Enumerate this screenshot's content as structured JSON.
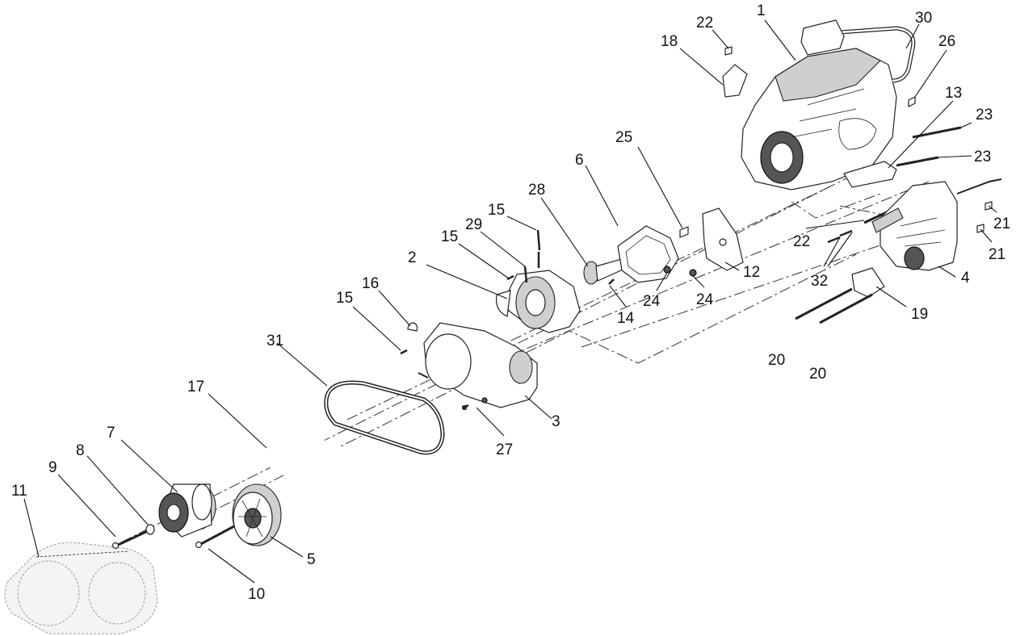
{
  "callouts": [
    {
      "id": "1",
      "text": "1"
    },
    {
      "id": "2",
      "text": "2"
    },
    {
      "id": "3",
      "text": "3"
    },
    {
      "id": "4",
      "text": "4"
    },
    {
      "id": "5",
      "text": "5"
    },
    {
      "id": "6",
      "text": "6"
    },
    {
      "id": "7",
      "text": "7"
    },
    {
      "id": "8",
      "text": "8"
    },
    {
      "id": "9",
      "text": "9"
    },
    {
      "id": "10",
      "text": "10"
    },
    {
      "id": "11",
      "text": "11"
    },
    {
      "id": "12",
      "text": "12"
    },
    {
      "id": "13",
      "text": "13"
    },
    {
      "id": "14",
      "text": "14"
    },
    {
      "id": "15a",
      "text": "15"
    },
    {
      "id": "15b",
      "text": "15"
    },
    {
      "id": "15c",
      "text": "15"
    },
    {
      "id": "16",
      "text": "16"
    },
    {
      "id": "17",
      "text": "17"
    },
    {
      "id": "18",
      "text": "18"
    },
    {
      "id": "19",
      "text": "19"
    },
    {
      "id": "20a",
      "text": "20"
    },
    {
      "id": "20b",
      "text": "20"
    },
    {
      "id": "21a",
      "text": "21"
    },
    {
      "id": "21b",
      "text": "21"
    },
    {
      "id": "22a",
      "text": "22"
    },
    {
      "id": "22b",
      "text": "22"
    },
    {
      "id": "23a",
      "text": "23"
    },
    {
      "id": "23b",
      "text": "23"
    },
    {
      "id": "24a",
      "text": "24"
    },
    {
      "id": "24b",
      "text": "24"
    },
    {
      "id": "25",
      "text": "25"
    },
    {
      "id": "26",
      "text": "26"
    },
    {
      "id": "27",
      "text": "27"
    },
    {
      "id": "28",
      "text": "28"
    },
    {
      "id": "29",
      "text": "29"
    },
    {
      "id": "30",
      "text": "30"
    },
    {
      "id": "31",
      "text": "31"
    },
    {
      "id": "32",
      "text": "32"
    }
  ]
}
